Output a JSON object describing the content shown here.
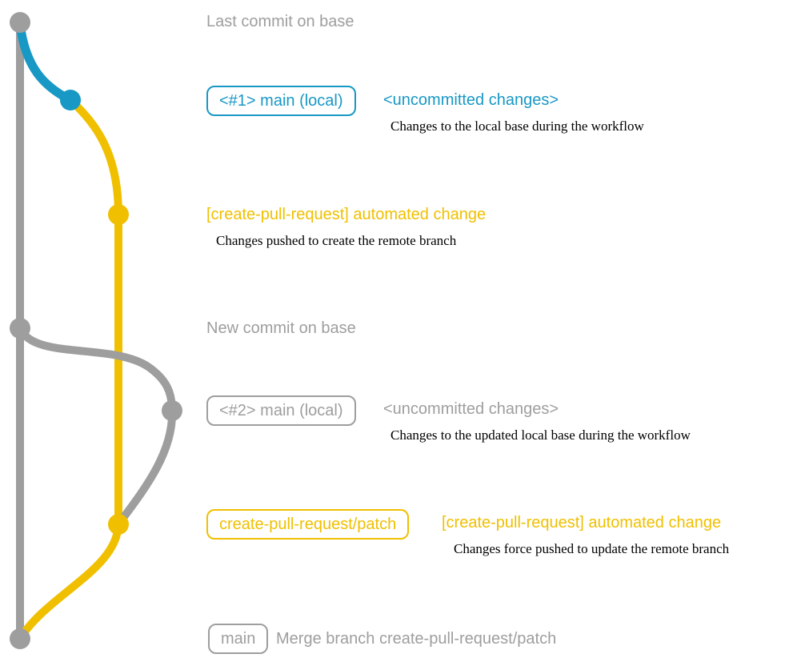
{
  "colors": {
    "gray": "#9e9e9e",
    "blue": "#1898c5",
    "yellow": "#f0c000",
    "ink": "#000000"
  },
  "annotations": {
    "last_commit_on_base": "Last commit on base",
    "new_commit_on_base": "New commit on base"
  },
  "local_change_1": {
    "pill": "<#1> main (local)",
    "note": "<uncommitted changes>",
    "desc": "Changes to the local base during the workflow"
  },
  "pushed_change_1": {
    "title": "[create-pull-request] automated change",
    "desc": "Changes pushed to create the remote branch"
  },
  "local_change_2": {
    "pill": "<#2> main (local)",
    "note": "<uncommitted changes>",
    "desc": "Changes to the updated local base during the workflow"
  },
  "pushed_change_2": {
    "pill": "create-pull-request/patch",
    "title": "[create-pull-request] automated change",
    "desc": "Changes force pushed to update the remote branch"
  },
  "merge": {
    "pill": "main",
    "note": "Merge branch create-pull-request/patch"
  },
  "graph": {
    "nodes": [
      {
        "name": "last-commit-on-base",
        "color": "gray"
      },
      {
        "name": "local-main-1",
        "color": "blue"
      },
      {
        "name": "automated-change-1",
        "color": "yellow"
      },
      {
        "name": "new-commit-on-base",
        "color": "gray"
      },
      {
        "name": "local-main-2",
        "color": "gray"
      },
      {
        "name": "automated-change-2",
        "color": "yellow"
      },
      {
        "name": "merge-commit",
        "color": "gray"
      }
    ]
  }
}
